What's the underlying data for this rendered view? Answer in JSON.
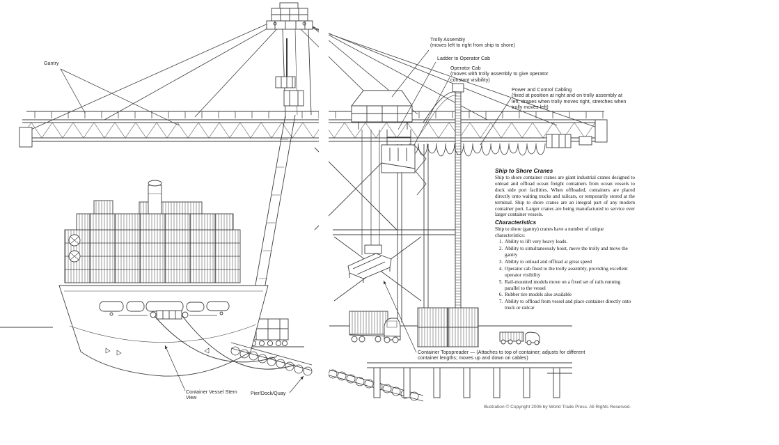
{
  "illustration": {
    "callouts": {
      "gantry": "Gantry",
      "trolly_assembly": {
        "title": "Trolly Assembly",
        "desc": "(moves left to right from ship to shore)"
      },
      "ladder": "Ladder to Operator Cab",
      "operator_cab": {
        "title": "Operator Cab",
        "desc": "(moves with trolly assembly to give operator constant visibility)"
      },
      "power_cabling": {
        "title": "Power and Control Cabling",
        "desc": "(fixed at position at right and on trolly assembly at left; drapes when trolly moves right, stretches when trolly moves left)"
      },
      "topspreader": "Container Topspreader — (Attaches to top of container; adjusts for different container lengths; moves up and down on cables)",
      "vessel": "Container Vessel Stern View",
      "pier": "Pier/Dock/Quay"
    },
    "article": {
      "heading": "Ship to Shore Cranes",
      "body": "Ship to shore container cranes are giant industrial cranes designed to onload and offload ocean freight containers from ocean vessels to dock side port facilities. When offloaded, containers are placed directly onto waiting trucks and railcars, or temporarily stored at the terminal. Ship to shore cranes are an integral part of any modern container port. Larger cranes are being manufactured to service ever larger container vessels.",
      "characteristics_heading": "Characteristics",
      "intro": "Ship to shore (gantry) cranes have a number of unique characteristics:",
      "items": [
        "Ability to lift very heavy loads.",
        "Ability to simultaneously hoist, move the trolly and move the gantry",
        "Ability to onload and offload at great speed",
        "Operator cab fixed to the trolly assembly, providing excellent operator visibility",
        "Rail-mounted models move on a fixed set of rails running parallel to the vessel",
        "Rubber tire models also available",
        "Ability to offload from vessel and place container directly onto truck or railcar"
      ]
    },
    "copyright": "Illustration © Copyright 2006 by World Trade Press. All Rights Reserved."
  }
}
